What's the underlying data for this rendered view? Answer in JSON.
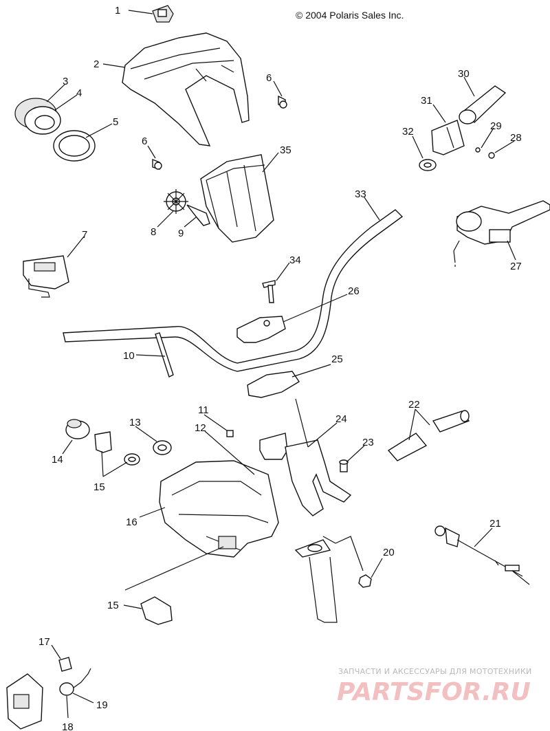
{
  "copyright": "© 2004 Polaris Sales Inc.",
  "watermark": {
    "tagline": "ЗАПЧАСТИ И АКСЕССУАРЫ ДЛЯ МОТОТЕХНИКИ",
    "site": "PARTSFOR.RU"
  },
  "callouts": {
    "c1": "1",
    "c2": "2",
    "c3": "3",
    "c4": "4",
    "c5": "5",
    "c6a": "6",
    "c6b": "6",
    "c7": "7",
    "c8": "8",
    "c9": "9",
    "c10": "10",
    "c11": "11",
    "c12": "12",
    "c13": "13",
    "c14": "14",
    "c15a": "15",
    "c15b": "15",
    "c16": "16",
    "c17": "17",
    "c18": "18",
    "c19": "19",
    "c20": "20",
    "c21": "21",
    "c22": "22",
    "c23": "23",
    "c24": "24",
    "c25": "25",
    "c26": "26",
    "c27": "27",
    "c28": "28",
    "c29": "29",
    "c30": "30",
    "c31": "31",
    "c32": "32",
    "c33": "33",
    "c34": "34",
    "c35": "35"
  }
}
